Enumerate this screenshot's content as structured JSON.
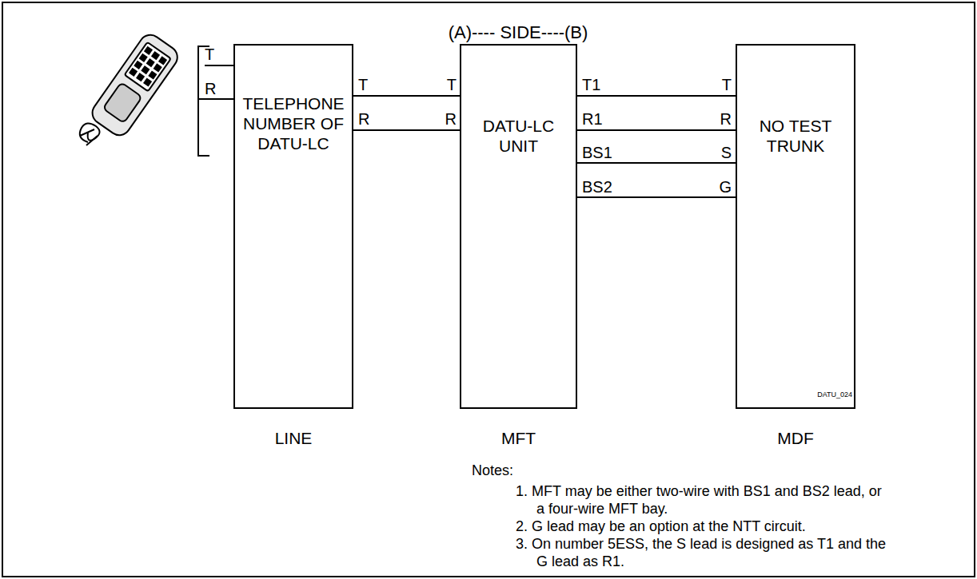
{
  "diagram": {
    "nodes": [
      {
        "text": [
          "TELEPHONE NUMBER OF DATU-LC",
          "LINE"
        ]
      },
      {
        "text": [
          "DATU-LC UNIT",
          "MFT"
        ]
      },
      {
        "text": [
          "NO TEST TRUNK",
          "MDF"
        ]
      }
    ],
    "edges": [
      {
        "from": 0,
        "to": 1,
        "arrow": "none"
      },
      {
        "from": 0,
        "to": 1,
        "arrow": "none"
      },
      {
        "from": 1,
        "to": 2,
        "arrow": "none"
      },
      {
        "from": 1,
        "to": 2,
        "arrow": "none"
      },
      {
        "from": 1,
        "to": 2,
        "arrow": "none"
      },
      {
        "from": 1,
        "to": 2,
        "arrow": "none"
      }
    ],
    "labels": [
      "(A)---- SIDE----(B)",
      "T",
      "R",
      "T",
      "R",
      "T",
      "R",
      "T1",
      "R1",
      "BS1",
      "BS2",
      "T",
      "R",
      "S",
      "G",
      "DATU_024",
      "Notes:",
      "1. MFT may be either two-wire with BS1 and BS2 lead, or a four-wire MFT bay.",
      "2. G lead may be an option at the NTT circuit.",
      "3. On number 5ESS, the S lead is designed as T1 and the G lead as R1."
    ]
  }
}
